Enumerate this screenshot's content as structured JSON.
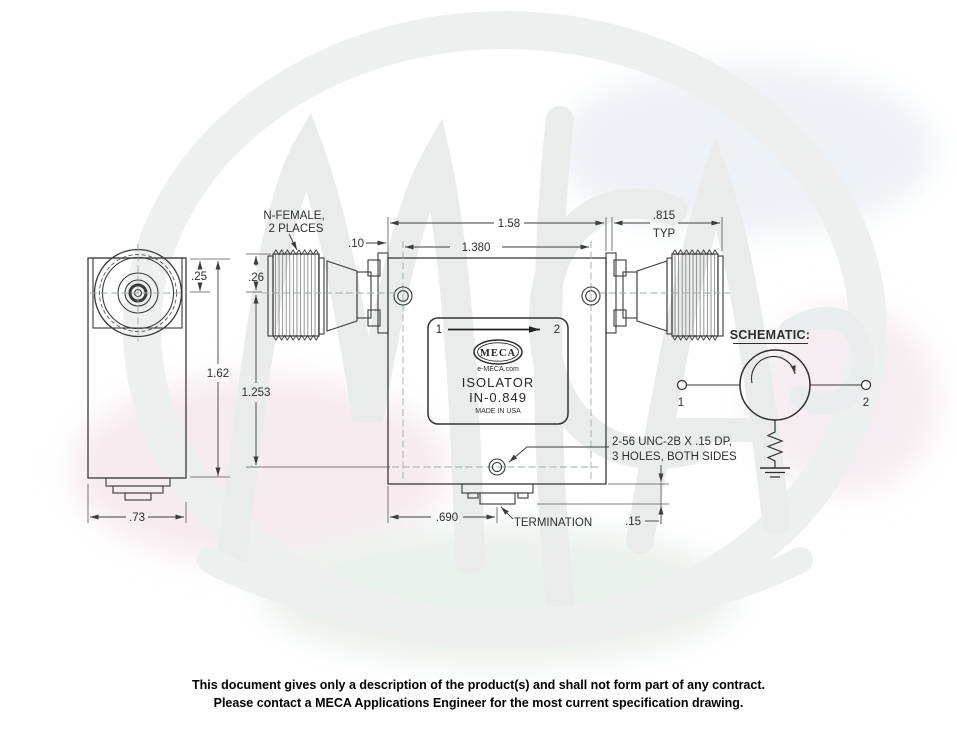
{
  "side_view": {
    "dims": {
      "top_offset": ".25",
      "height": "1.62",
      "width": ".73"
    }
  },
  "front_view": {
    "dims": {
      "overall_length": "1.58",
      "hole_spacing": "1.380",
      "edge_to_hole": ".10",
      "connector_length": ".815",
      "connector_length_qualifier": "TYP",
      "nut_offset": ".26",
      "hole_row_drop": "1.253",
      "termination_center": ".690",
      "termination_depth": ".15"
    },
    "callouts": {
      "n_female_line1": "N-FEMALE,",
      "n_female_line2": "2 PLACES",
      "screw_note_line1": "2-56 UNC-2B X .15 DP,",
      "screw_note_line2": "3 HOLES, BOTH SIDES",
      "termination": "TERMINATION"
    },
    "nameplate": {
      "port_in": "1",
      "port_out": "2",
      "brand": "MECA",
      "website": "e-MECA.com",
      "product": "ISOLATOR",
      "model": "IN-0.849",
      "origin": "MADE IN USA"
    }
  },
  "schematic": {
    "title": "SCHEMATIC:",
    "port_1": "1",
    "port_2": "2"
  },
  "footer": {
    "line_1": "This document gives only a description of the product(s) and shall not form part of any contract.",
    "line_2": "Please contact a MECA Applications Engineer for the most current specification drawing."
  },
  "colors": {
    "ink": "#3a3a3a",
    "centerline": "#9badad",
    "watermark_ring": "#eef0f0",
    "watermark_letters": "#e9eceb",
    "tint_pink": "#f6ebef",
    "tint_green": "#e9f1ec",
    "tint_blue": "#edf2f4"
  }
}
